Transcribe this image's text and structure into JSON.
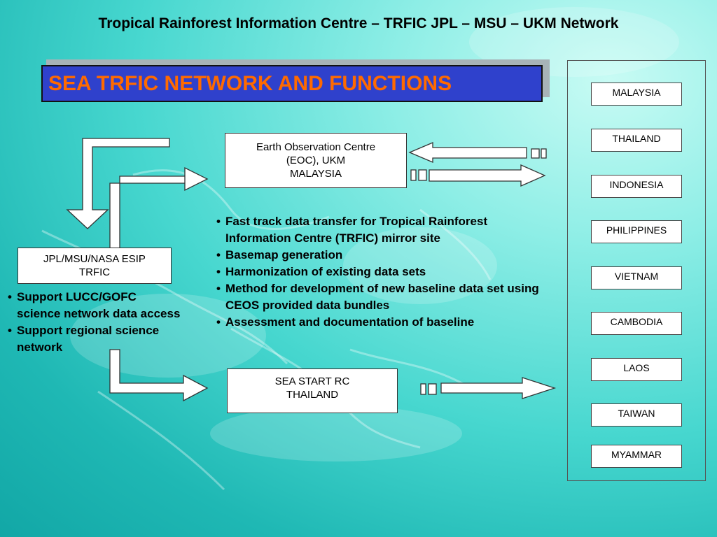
{
  "header": {
    "title": "Tropical Rainforest Information Centre – TRFIC JPL – MSU – UKM Network"
  },
  "banner": {
    "title": "SEA TRFIC NETWORK AND FUNCTIONS"
  },
  "nodes": {
    "eoc": [
      "Earth Observation Centre",
      "(EOC), UKM",
      "MALAYSIA"
    ],
    "jpl": [
      "JPL/MSU/NASA ESIP",
      "TRFIC"
    ],
    "start": [
      "SEA START RC",
      "THAILAND"
    ]
  },
  "eoc_functions": [
    "Fast track data transfer for Tropical Rainforest",
    "Information Centre (TRFIC) mirror site",
    "Basemap generation",
    "Harmonization of existing data sets",
    "Method for development of new baseline data set using",
    "CEOS provided data bundles",
    "Assessment and documentation of baseline"
  ],
  "jpl_functions": [
    "Support LUCC/GOFC",
    "science network data access",
    "Support regional science",
    "network"
  ],
  "countries": [
    "MALAYSIA",
    "THAILAND",
    "INDONESIA",
    "PHILIPPINES",
    "VIETNAM",
    "CAMBODIA",
    "LAOS",
    "TAIWAN",
    "MYAMMAR"
  ],
  "colors": {
    "banner_fill": "#2f41cc",
    "banner_text": "#ff6a00",
    "background": "#47d7cf"
  }
}
